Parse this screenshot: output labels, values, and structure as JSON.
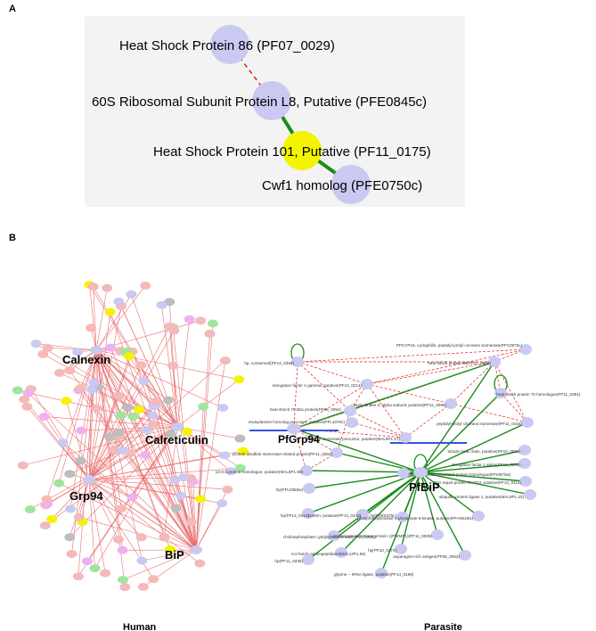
{
  "panel_a": {
    "letter": "A",
    "nodes": [
      {
        "id": "hsp86",
        "label": "Heat Shock Protein 86 (PF07_0029)",
        "color": "#c9c9f2"
      },
      {
        "id": "l8",
        "label": "60S Ribosomal Subunit Protein L8, Putative (PFE0845c)",
        "color": "#c9c9f2"
      },
      {
        "id": "hsp101",
        "label": "Heat Shock Protein 101, Putative (PF11_0175)",
        "color": "#f4f400"
      },
      {
        "id": "cwf1",
        "label": "Cwf1 homolog (PFE0750c)",
        "color": "#c9c9f2"
      }
    ],
    "edges": [
      {
        "from": "hsp86",
        "to": "l8",
        "style": "dashed",
        "color": "#e02020"
      },
      {
        "from": "l8",
        "to": "hsp101",
        "style": "solid",
        "color": "#1a8a1a"
      },
      {
        "from": "hsp101",
        "to": "cwf1",
        "style": "solid",
        "color": "#1a8a1a"
      }
    ]
  },
  "panel_b": {
    "letter": "B",
    "caption_human": "Human",
    "caption_parasite": "Parasite",
    "human_hubs": [
      {
        "id": "calnexin",
        "label": "Calnexin"
      },
      {
        "id": "calreticulin",
        "label": "Calreticulin"
      },
      {
        "id": "grp94",
        "label": "Grp94"
      },
      {
        "id": "bip",
        "label": "BiP"
      }
    ],
    "parasite_hubs": [
      {
        "id": "pfgrp94",
        "label": "PfGrp94"
      },
      {
        "id": "pfbip",
        "label": "PfBiP"
      }
    ],
    "parasite_nodes": [
      {
        "id": "p1",
        "label": "PPCYP19, cyclophilin, peptidyl-prolyl cis-trans isomerase(PFC0975c)"
      },
      {
        "id": "p2",
        "label": "hp, conserved(PF14_0359)"
      },
      {
        "id": "p3",
        "label": "heat shock protein 86(PF07_0029)"
      },
      {
        "id": "p4",
        "label": "elongation factor 1-gamma, putative(PF13_0214)"
      },
      {
        "id": "p5",
        "label": "heat shock protein 70 homologue(PF11_0351)"
      },
      {
        "id": "p6",
        "label": "casein kinase II, alpha subunit, putative(PF11_0096)"
      },
      {
        "id": "p7",
        "label": "heat shock 70 kDa protein(PF08_0054)"
      },
      {
        "id": "p8",
        "label": "endoplasmin homolog precursor, putative(PFL1070c)"
      },
      {
        "id": "p9",
        "label": "peptidyl-prolyl cis-trans isomerase(PF11_0164)"
      },
      {
        "id": "p10",
        "label": "disulfide isomerase precursor, putative(MAL8P1.17)"
      },
      {
        "id": "p11",
        "label": "protein disulfide isomerase related protein(PF11_0352)"
      },
      {
        "id": "p12",
        "label": "tubulin beta chain, putative(PF10_0084)"
      },
      {
        "id": "p13",
        "label": "elongation factor 1 alpha(PF13_0305)"
      },
      {
        "id": "p14",
        "label": "14-3-3 protein homologue, putative(MAL8P1.69)"
      },
      {
        "id": "p15",
        "label": "78 kDa glucose-regulated protein homologue(PFI0875w)"
      },
      {
        "id": "p16",
        "label": "DNA repair protein RAD23, putative(PF10_0114)"
      },
      {
        "id": "p17",
        "label": "hp(PFL0350w)"
      },
      {
        "id": "p18",
        "label": "ubiquitin-protein ligase 1, putative(MAL8P1.23)"
      },
      {
        "id": "p19",
        "label": "hp(PF14_0413)"
      },
      {
        "id": "p20",
        "label": "centrin, putative(PF14_0443)"
      },
      {
        "id": "p21",
        "label": "hp(PFE0475c)"
      },
      {
        "id": "p22",
        "label": "phosphatidylinositol-4-phosphate 5-kinase, putative(PFA0515w)"
      },
      {
        "id": "p23",
        "label": "cholinephosphate cytidylyltransferase(PF13_0253)"
      },
      {
        "id": "p24",
        "label": "erythrocyte membrane protein 1(PfEMP1)(PF11_0008)"
      },
      {
        "id": "p25",
        "label": "hp(PF10_0374)"
      },
      {
        "id": "p26",
        "label": "m1-family aminopeptidase(MAL13P1.56)"
      },
      {
        "id": "p27",
        "label": "asparagine-rich antigen(PF08_0062)"
      },
      {
        "id": "p28",
        "label": "hp(PF11_0236)"
      },
      {
        "id": "p29",
        "label": "glycine -- tRNA ligase, putative(PF14_0198)"
      }
    ]
  }
}
